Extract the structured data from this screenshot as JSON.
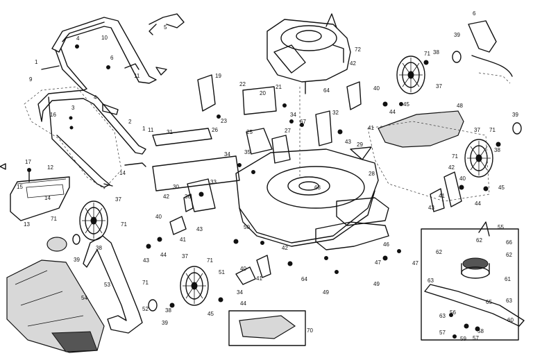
{
  "callouts": [
    "1",
    "2",
    "3",
    "4",
    "5",
    "6",
    "9",
    "10",
    "11",
    "12",
    "13",
    "14",
    "15",
    "16",
    "17",
    "19",
    "20",
    "21",
    "22",
    "23",
    "25",
    "26",
    "27",
    "28",
    "29",
    "30",
    "31",
    "32",
    "33",
    "34",
    "35",
    "36",
    "37",
    "38",
    "39",
    "40",
    "41",
    "42",
    "43",
    "44",
    "45",
    "46",
    "47",
    "48",
    "49",
    "50",
    "51",
    "52",
    "53",
    "54",
    "55",
    "56",
    "57",
    "58",
    "59",
    "60",
    "61",
    "62",
    "63",
    "64",
    "65",
    "66",
    "67",
    "68",
    "70",
    "71",
    "72"
  ]
}
